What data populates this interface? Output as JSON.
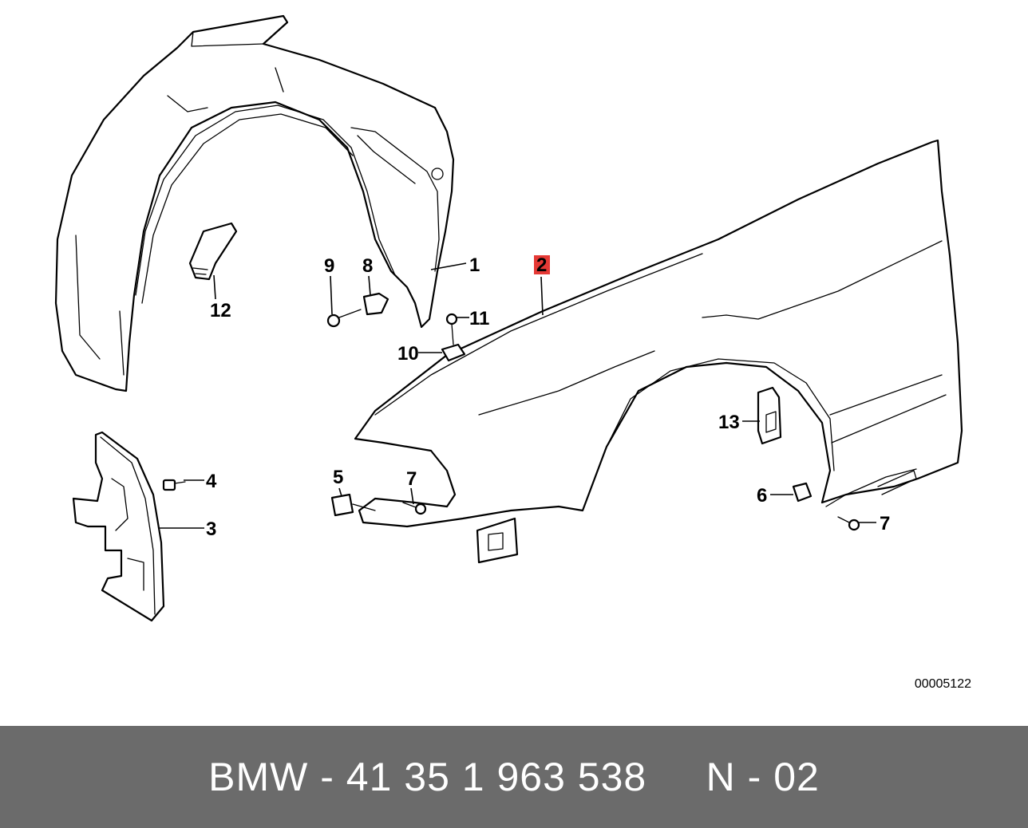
{
  "diagram": {
    "id": "00005122",
    "callouts": [
      "1",
      "2",
      "3",
      "4",
      "5",
      "6",
      "7",
      "7",
      "8",
      "9",
      "10",
      "11",
      "12",
      "13"
    ],
    "highlighted_callout": "2",
    "highlight_color": "#e53935"
  },
  "footer": {
    "text": "BMW - 41 35 1 963 538     N - 02",
    "background": "#6b6b6b",
    "text_color": "#ffffff"
  }
}
